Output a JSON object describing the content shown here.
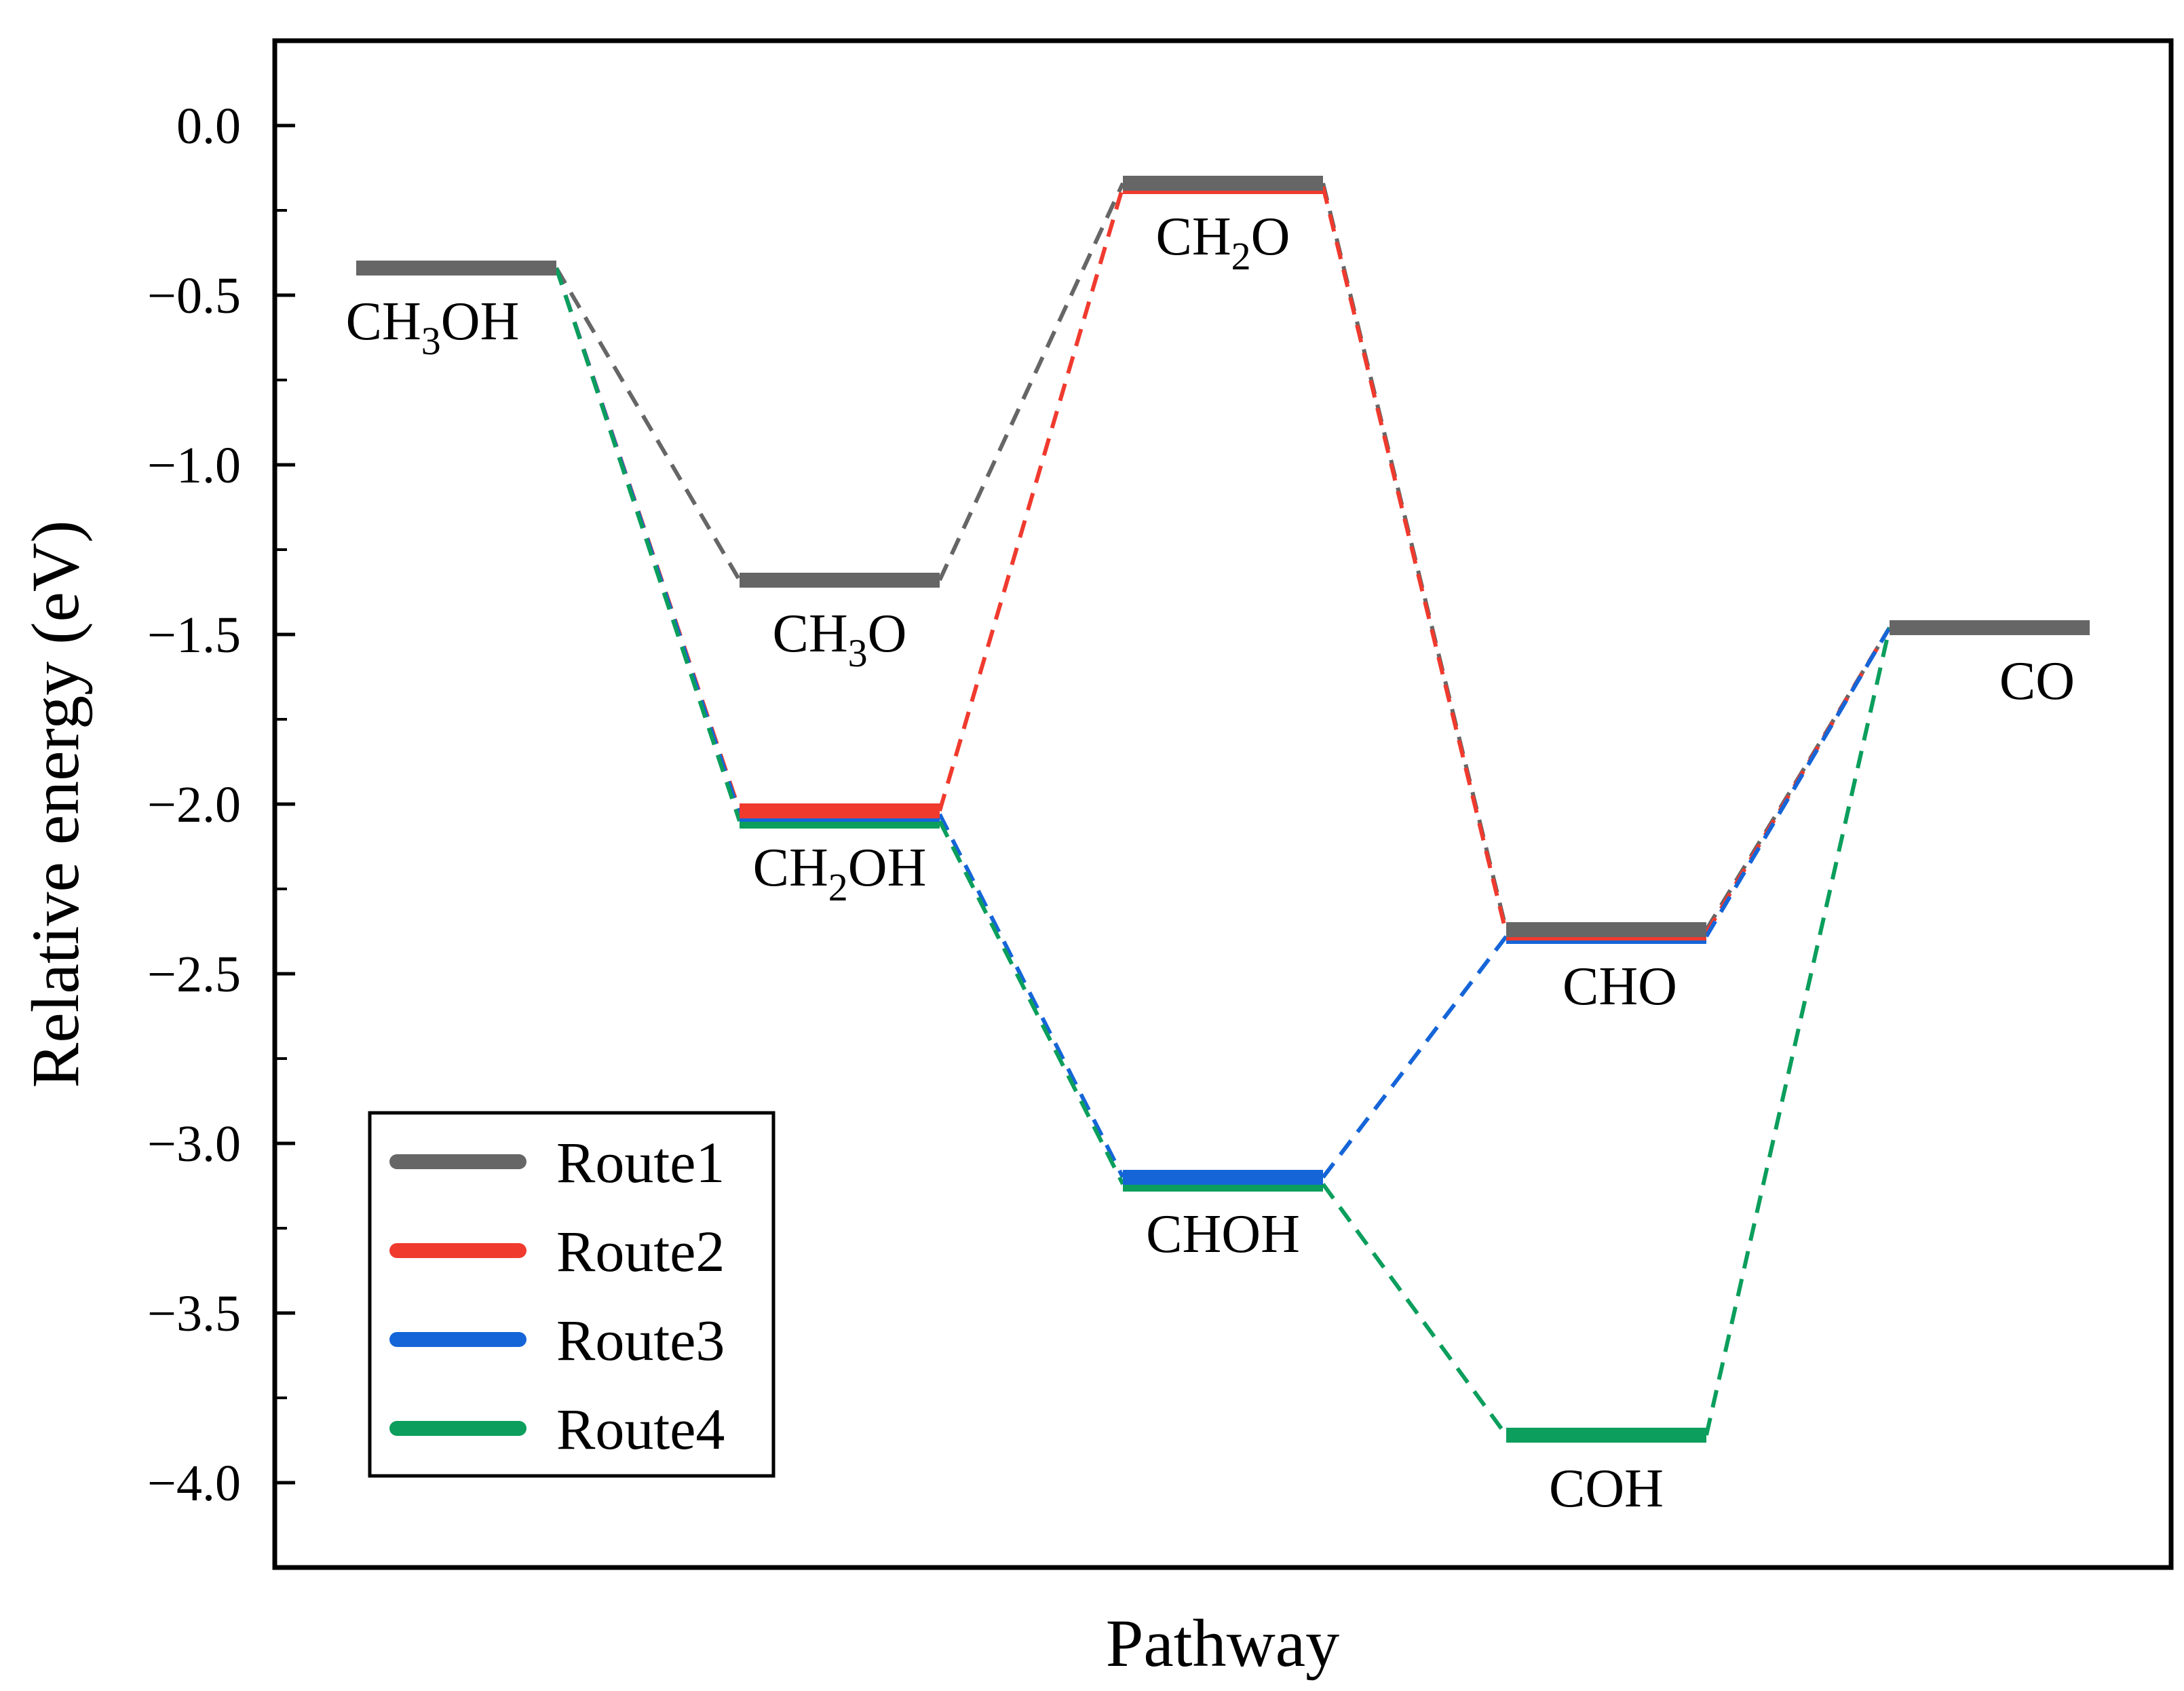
{
  "chart_data": {
    "type": "line",
    "xlabel": "Pathway",
    "ylabel": "Relative energy (eV)",
    "ylim": [
      -4.25,
      0.25
    ],
    "yticks": [
      "0.0",
      "-0.5",
      "-1.0",
      "-1.5",
      "-2.0",
      "-2.5",
      "-3.0",
      "-3.5",
      "-4.0"
    ],
    "ytick_values": [
      0.0,
      -0.5,
      -1.0,
      -1.5,
      -2.0,
      -2.5,
      -3.0,
      -3.5,
      -4.0
    ],
    "grid": false,
    "legend_position": "bottom-left",
    "states": [
      {
        "id": "CH3OH",
        "main": "CH",
        "sub": "3",
        "rest": "OH",
        "energy": -0.42,
        "slot": 0,
        "label_pos": "below"
      },
      {
        "id": "CH3O",
        "main": "CH",
        "sub": "3",
        "rest": "O",
        "energy": -1.34,
        "slot": 1,
        "label_pos": "below"
      },
      {
        "id": "CH2OH",
        "main": "CH",
        "sub": "2",
        "rest": "OH",
        "energy": -2.03,
        "slot": 1,
        "label_pos": "below"
      },
      {
        "id": "CH2O",
        "main": "CH",
        "sub": "2",
        "rest": "O",
        "energy": -0.17,
        "slot": 2,
        "label_pos": "below"
      },
      {
        "id": "CHOH",
        "main": "CHOH",
        "sub": "",
        "rest": "",
        "energy": -3.11,
        "slot": 2,
        "label_pos": "below"
      },
      {
        "id": "CHO",
        "main": "CHO",
        "sub": "",
        "rest": "",
        "energy": -2.38,
        "slot": 3,
        "label_pos": "below"
      },
      {
        "id": "COH",
        "main": "COH",
        "sub": "",
        "rest": "",
        "energy": -3.86,
        "slot": 3,
        "label_pos": "below"
      },
      {
        "id": "CO",
        "main": "CO",
        "sub": "",
        "rest": "",
        "energy": -1.48,
        "slot": 4,
        "label_pos": "below"
      }
    ],
    "series": [
      {
        "name": "Route1",
        "color": "#666666",
        "path": [
          "CH3OH",
          "CH3O",
          "CH2O",
          "CHO",
          "CO"
        ],
        "energies": [
          -0.42,
          -1.34,
          -0.17,
          -2.37,
          -1.48
        ]
      },
      {
        "name": "Route2",
        "color": "#f03a2e",
        "path": [
          "CH3OH",
          "CH2OH",
          "CH2O",
          "CHO",
          "CO"
        ],
        "energies": [
          -0.42,
          -2.02,
          -0.18,
          -2.38,
          -1.48
        ]
      },
      {
        "name": "Route3",
        "color": "#1565d8",
        "path": [
          "CH3OH",
          "CH2OH",
          "CHOH",
          "CHO",
          "CO"
        ],
        "energies": [
          -0.42,
          -2.03,
          -3.1,
          -2.39,
          -1.48
        ]
      },
      {
        "name": "Route4",
        "color": "#0b9e5c",
        "path": [
          "CH3OH",
          "CH2OH",
          "CHOH",
          "COH",
          "CO"
        ],
        "energies": [
          -0.42,
          -2.05,
          -3.12,
          -3.86,
          -1.48
        ]
      }
    ]
  }
}
